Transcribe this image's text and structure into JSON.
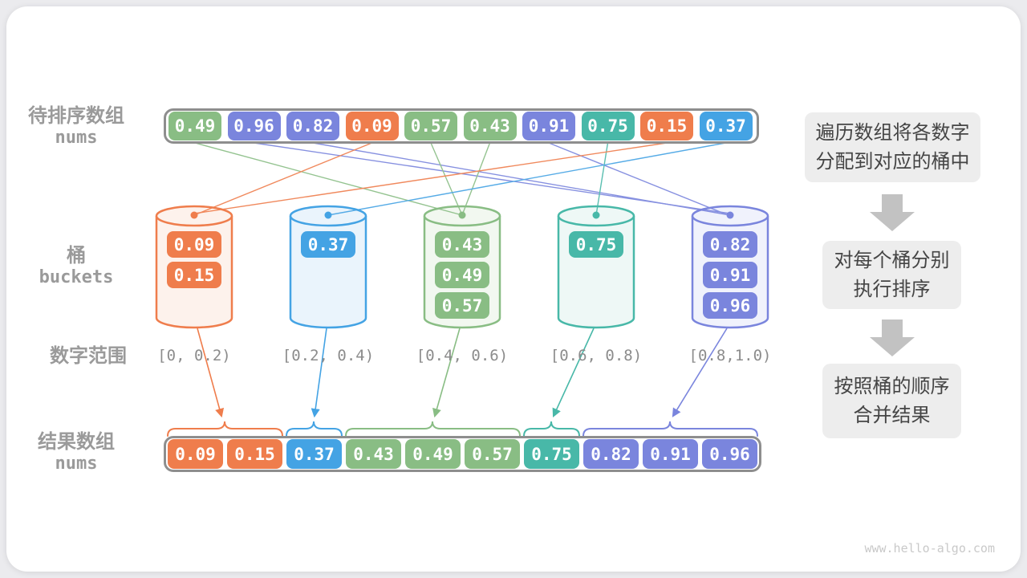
{
  "page": {
    "watermark": "www.hello-algo.com"
  },
  "colors": {
    "orange": "#ef7d4c",
    "green": "#89bd84",
    "purple": "#7a85dd",
    "teal": "#48b8a8",
    "blue": "#44a3e4",
    "container_border": "#8e8e8e",
    "label_gray": "#9a9a9a",
    "step_box_bg": "#ededed",
    "step_arrow": "#c2c2c2"
  },
  "top_array": {
    "label_zh": "待排序数组",
    "label_en": "nums",
    "cells": [
      {
        "value": "0.49",
        "color": "green"
      },
      {
        "value": "0.96",
        "color": "purple"
      },
      {
        "value": "0.82",
        "color": "purple"
      },
      {
        "value": "0.09",
        "color": "orange"
      },
      {
        "value": "0.57",
        "color": "green"
      },
      {
        "value": "0.43",
        "color": "green"
      },
      {
        "value": "0.91",
        "color": "purple"
      },
      {
        "value": "0.75",
        "color": "teal"
      },
      {
        "value": "0.15",
        "color": "orange"
      },
      {
        "value": "0.37",
        "color": "blue"
      }
    ]
  },
  "buckets": {
    "label_zh": "桶",
    "label_en": "buckets",
    "items": [
      {
        "color": "orange",
        "values": [
          "0.09",
          "0.15"
        ],
        "range": "[0, 0.2)"
      },
      {
        "color": "blue",
        "values": [
          "0.37"
        ],
        "range": "[0.2, 0.4)"
      },
      {
        "color": "green",
        "values": [
          "0.43",
          "0.49",
          "0.57"
        ],
        "range": "[0.4, 0.6)"
      },
      {
        "color": "teal",
        "values": [
          "0.75"
        ],
        "range": "[0.6, 0.8)"
      },
      {
        "color": "purple",
        "values": [
          "0.82",
          "0.91",
          "0.96"
        ],
        "range": "[0.8,1.0)"
      }
    ]
  },
  "range_row": {
    "label": "数字范围"
  },
  "result_array": {
    "label_zh": "结果数组",
    "label_en": "nums",
    "cells": [
      {
        "value": "0.09",
        "color": "orange"
      },
      {
        "value": "0.15",
        "color": "orange"
      },
      {
        "value": "0.37",
        "color": "blue"
      },
      {
        "value": "0.43",
        "color": "green"
      },
      {
        "value": "0.49",
        "color": "green"
      },
      {
        "value": "0.57",
        "color": "green"
      },
      {
        "value": "0.75",
        "color": "teal"
      },
      {
        "value": "0.82",
        "color": "purple"
      },
      {
        "value": "0.91",
        "color": "purple"
      },
      {
        "value": "0.96",
        "color": "purple"
      }
    ]
  },
  "steps": [
    {
      "lines": [
        "遍历数组将各数字",
        "分配到对应的桶中"
      ]
    },
    {
      "lines": [
        "对每个桶分别",
        "执行排序"
      ]
    },
    {
      "lines": [
        "按照桶的顺序",
        "合并结果"
      ]
    }
  ]
}
